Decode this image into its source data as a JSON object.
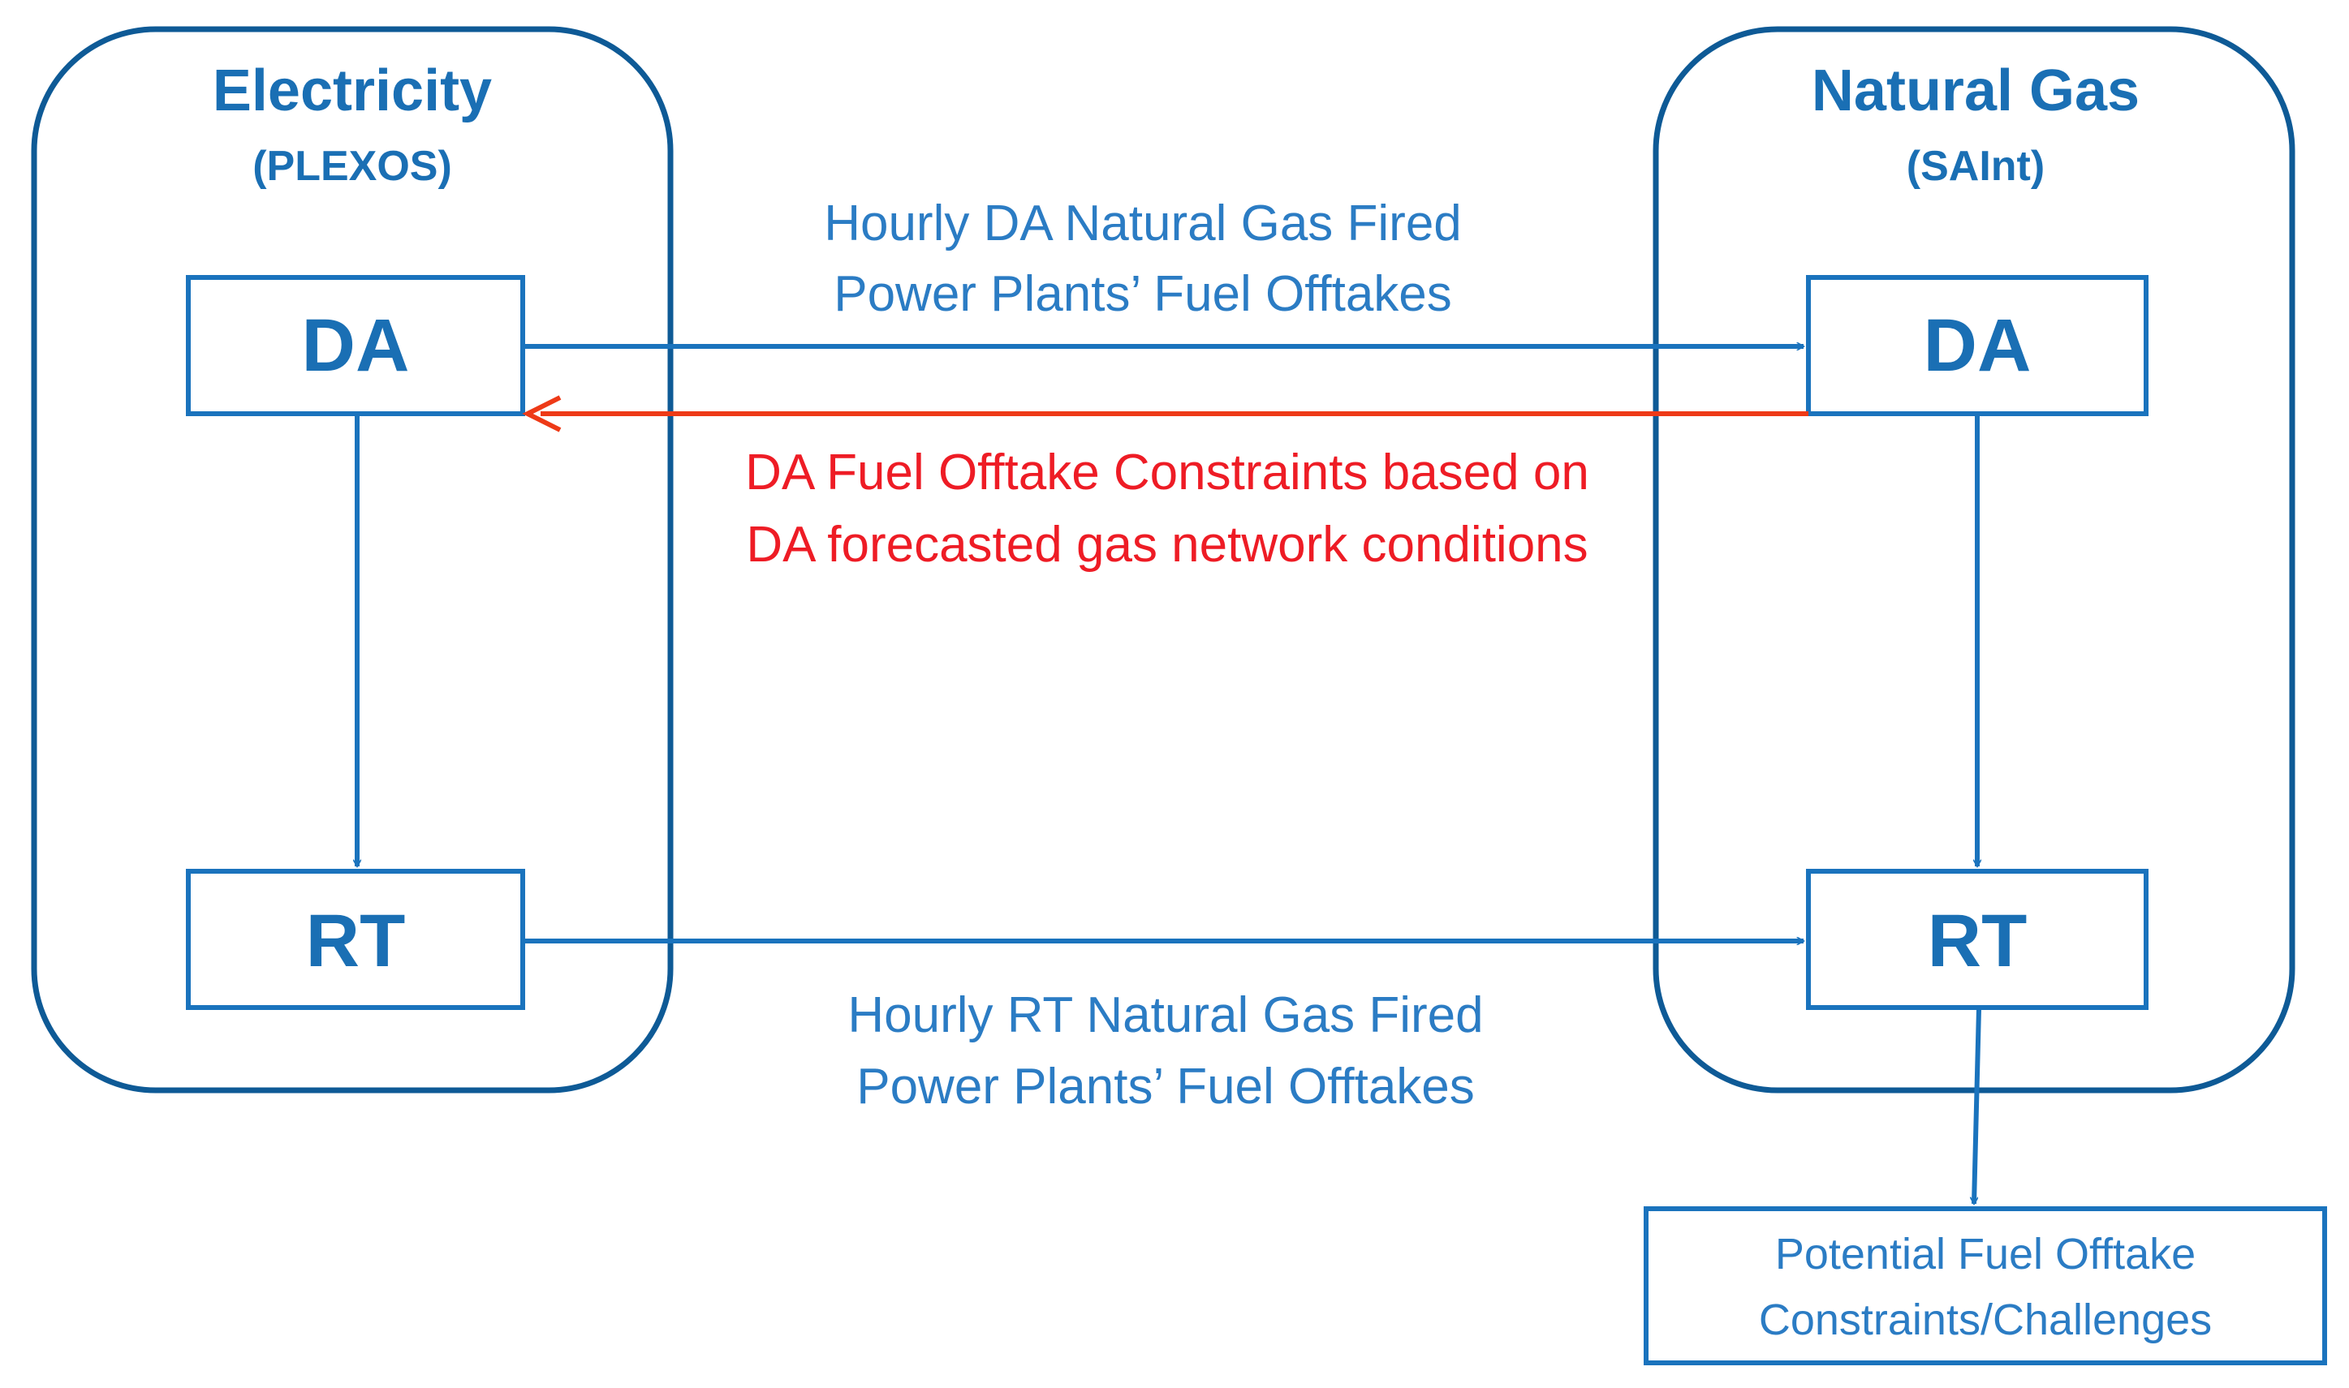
{
  "electricity": {
    "title": "Electricity",
    "subtitle": "(PLEXOS)",
    "da_label": "DA",
    "rt_label": "RT"
  },
  "gas": {
    "title": "Natural Gas",
    "subtitle": "(SAInt)",
    "da_label": "DA",
    "rt_label": "RT"
  },
  "flows": {
    "da_forward_line1": "Hourly DA Natural Gas Fired",
    "da_forward_line2": "Power Plants’ Fuel Offtakes",
    "da_feedback_line1": "DA Fuel Offtake Constraints based on",
    "da_feedback_line2": "DA forecasted gas network  conditions",
    "rt_forward_line1": "Hourly RT Natural Gas Fired",
    "rt_forward_line2": "Power Plants’ Fuel Offtakes"
  },
  "outcome": {
    "line1": "Potential Fuel Offtake",
    "line2": "Constraints/Challenges"
  },
  "colors": {
    "container_stroke": "#0e5a96",
    "box_stroke": "#1a73bd",
    "arrow_blue": "#1a73bd",
    "arrow_red": "#ee3a17"
  }
}
